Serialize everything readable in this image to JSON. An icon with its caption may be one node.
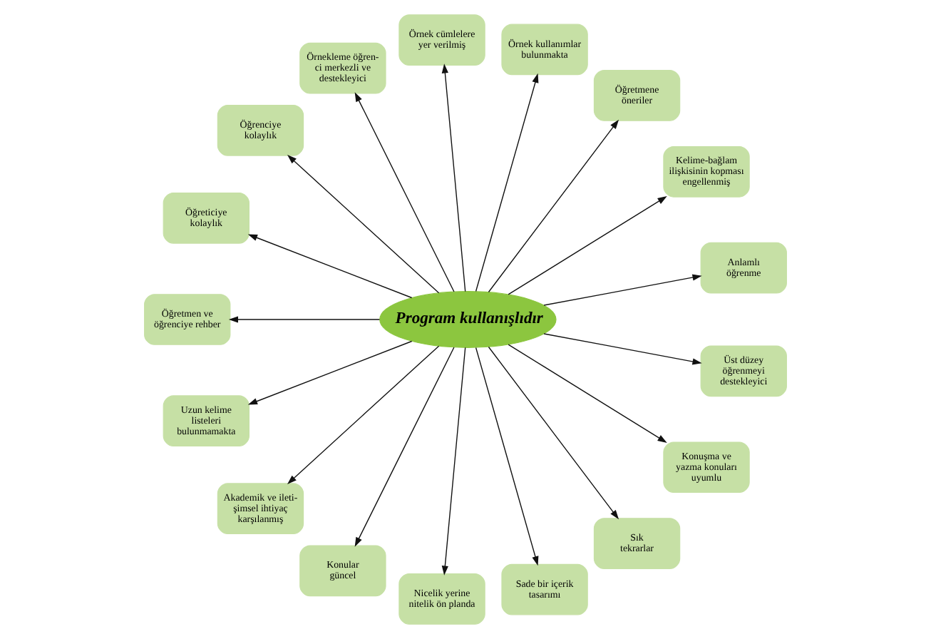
{
  "diagram": {
    "nodes": [
      {
        "text": [
          "Program kullanışlıdır"
        ]
      },
      {
        "text": [
          "Örnekleme öğren- ci merkezli ve destekleyici"
        ]
      },
      {
        "text": [
          "Örnek cümlelere yer verilmiş"
        ]
      },
      {
        "text": [
          "Örnek kullanımlar bulunmakta"
        ]
      },
      {
        "text": [
          "Öğretmene öneriler"
        ]
      },
      {
        "text": [
          "Öğrenciye kolaylık"
        ]
      },
      {
        "text": [
          "Kelime-bağlam ilişkisinin kopması engellenmiş"
        ]
      },
      {
        "text": [
          "Öğreticiye kolaylık"
        ]
      },
      {
        "text": [
          "Anlamlı öğrenme"
        ]
      },
      {
        "text": [
          "Öğretmen ve öğrenciye rehber"
        ]
      },
      {
        "text": [
          "Üst düzey öğrenmeyi destekleyici"
        ]
      },
      {
        "text": [
          "Uzun kelime listeleri bulunmamakta"
        ]
      },
      {
        "text": [
          "Konuşma ve yazma konuları uyumlu"
        ]
      },
      {
        "text": [
          "Akademik ve ileti- şimsel ihtiyaç karşılanmış"
        ]
      },
      {
        "text": [
          "Konular güncel"
        ]
      },
      {
        "text": [
          "Nicelik yerine nitelik ön planda"
        ]
      },
      {
        "text": [
          "Sade bir içerik tasarımı"
        ]
      },
      {
        "text": [
          "Sık tekrarlar"
        ]
      }
    ],
    "edges": [
      {
        "from": 0,
        "to": 1,
        "arrow": "to"
      },
      {
        "from": 0,
        "to": 2,
        "arrow": "to"
      },
      {
        "from": 0,
        "to": 3,
        "arrow": "to"
      },
      {
        "from": 0,
        "to": 4,
        "arrow": "to"
      },
      {
        "from": 0,
        "to": 6,
        "arrow": "to"
      },
      {
        "from": 0,
        "to": 8,
        "arrow": "to"
      },
      {
        "from": 0,
        "to": 10,
        "arrow": "to"
      },
      {
        "from": 0,
        "to": 12,
        "arrow": "to"
      },
      {
        "from": 0,
        "to": 17,
        "arrow": "to"
      },
      {
        "from": 0,
        "to": 16,
        "arrow": "to"
      },
      {
        "from": 0,
        "to": 15,
        "arrow": "to"
      },
      {
        "from": 0,
        "to": 14,
        "arrow": "to"
      },
      {
        "from": 0,
        "to": 13,
        "arrow": "to"
      },
      {
        "from": 0,
        "to": 11,
        "arrow": "to"
      },
      {
        "from": 0,
        "to": 9,
        "arrow": "to"
      },
      {
        "from": 0,
        "to": 7,
        "arrow": "to"
      },
      {
        "from": 0,
        "to": 5,
        "arrow": "to"
      }
    ]
  }
}
